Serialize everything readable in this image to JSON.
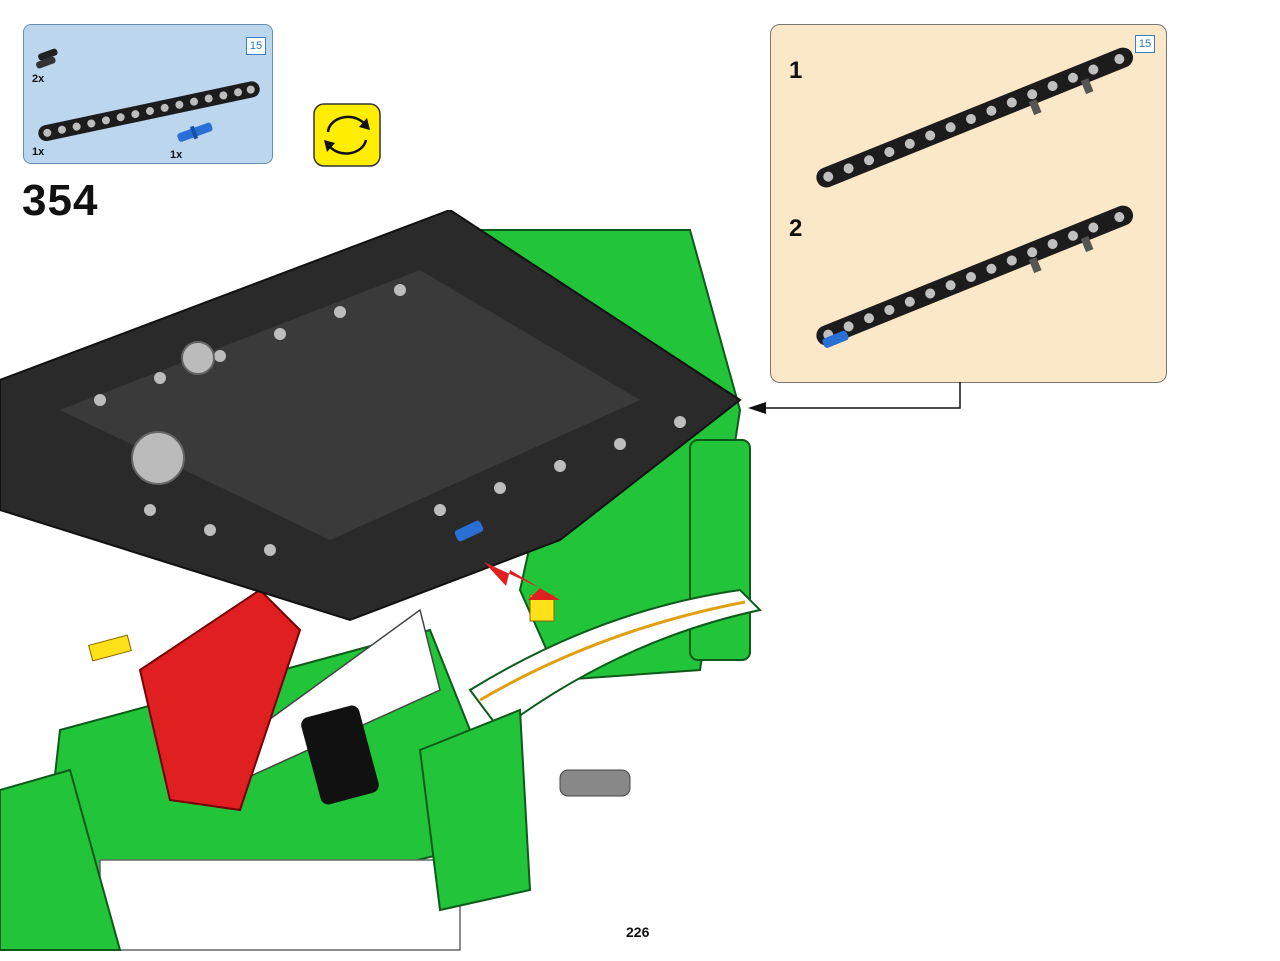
{
  "parts_list": {
    "page_ref": "15",
    "items": [
      {
        "qty": "2x",
        "part": "black-pin-icon"
      },
      {
        "qty": "1x",
        "part": "liftarm-15-icon"
      },
      {
        "qty": "1x",
        "part": "blue-axle-pin-icon"
      }
    ]
  },
  "step": {
    "number": "354"
  },
  "rotate": {
    "icon": "rotate-model-icon",
    "color": "#ffee00"
  },
  "sub_assembly": {
    "page_ref": "15",
    "steps": [
      {
        "number": "1",
        "icon": "liftarm-with-pins-icon"
      },
      {
        "number": "2",
        "icon": "liftarm-with-blue-pin-icon"
      }
    ]
  },
  "page": {
    "number": "226"
  },
  "colors": {
    "green": "#22c43a",
    "black": "#1c1c1c",
    "red": "#e02020",
    "yellow": "#ffe11a",
    "blue": "#2a6fd6",
    "sub_bg": "#fbe8c8",
    "parts_bg": "#bcd6ee"
  }
}
